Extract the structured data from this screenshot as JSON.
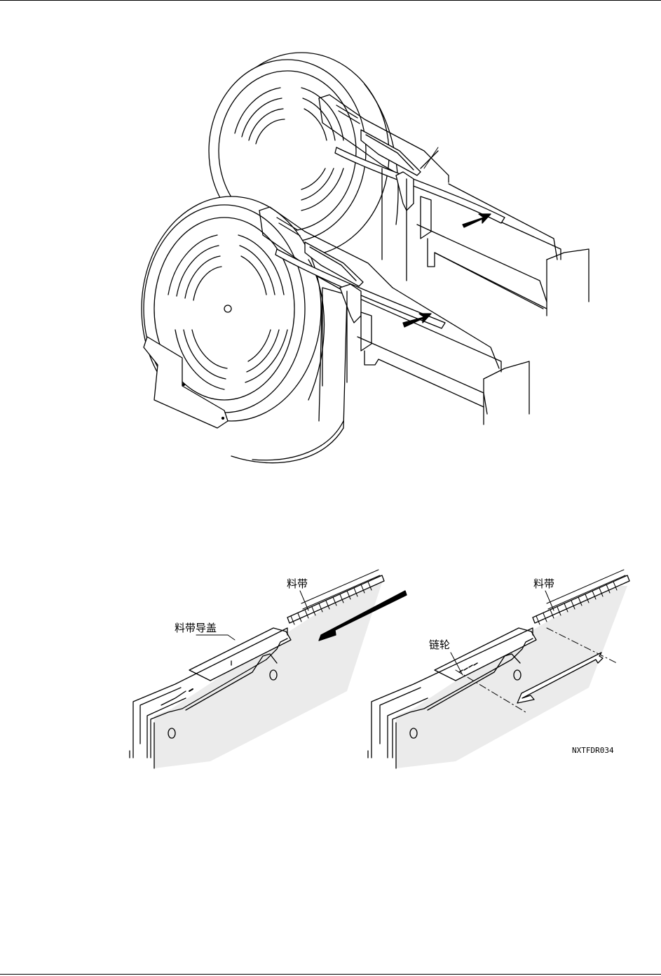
{
  "labels": {
    "tape_left": "料带",
    "tape_guide_cover": "料带导盖",
    "tape_right": "料带",
    "sprocket": "链轮"
  },
  "figure_code": "NXTFDR034",
  "colors": {
    "line": "#000000",
    "panel_fill": "#ebebeb",
    "background": "#ffffff"
  }
}
